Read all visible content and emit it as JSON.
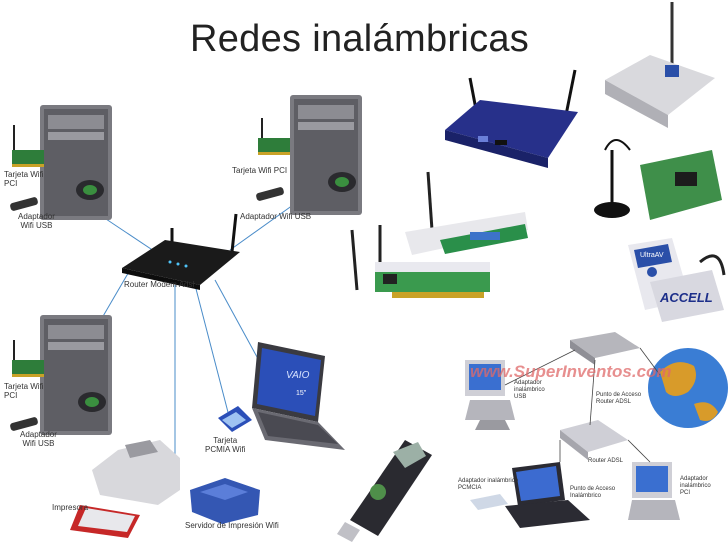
{
  "title": "Redes inalámbricas",
  "labels": {
    "wifi_pci_1": "Tarjeta Wifi\nPCI",
    "wifi_usb_1": "Adaptador\nWifi USB",
    "wifi_pci_2": "Tarjeta Wifi PCI",
    "wifi_usb_2": "Adaptador Wifi USB",
    "router": "Router Modem Adsl",
    "wifi_pci_3": "Tarjeta Wifi\nPCI",
    "wifi_usb_3": "Adaptador\nWifi USB",
    "pcmcia": "Tarjeta\nPCMIA Wifi",
    "printer": "Impresora",
    "print_server": "Servidor de Impresión Wifi",
    "usb_adapter_net": "Adaptador\ninalámbrico\nUSB",
    "access_point": "Punto de Acceso\nRouter ADSL",
    "router_adsl": "Router ADSL",
    "wireless_adapter_pcmcia": "Adaptador inalámbrico\nPCMCIA",
    "access_point_wireless": "Punto de Acceso\nInalámbrico",
    "wireless_adapter_pci": "Adaptador\ninalámbrico\nPCI"
  },
  "branding": {
    "website": "www.SuperInventos.com",
    "vaio": "VAIO",
    "laptop_badge": "15\"",
    "accell": "ACCELL",
    "ultrav": "UltraAV"
  },
  "colors": {
    "tower_body": "#6e6e72",
    "router_black": "#1a1a1a",
    "router_blue": "#27308a",
    "pcb_green": "#3f8f4a",
    "laptop_screen": "#2b4fb8",
    "line": "#4a8cc9"
  }
}
